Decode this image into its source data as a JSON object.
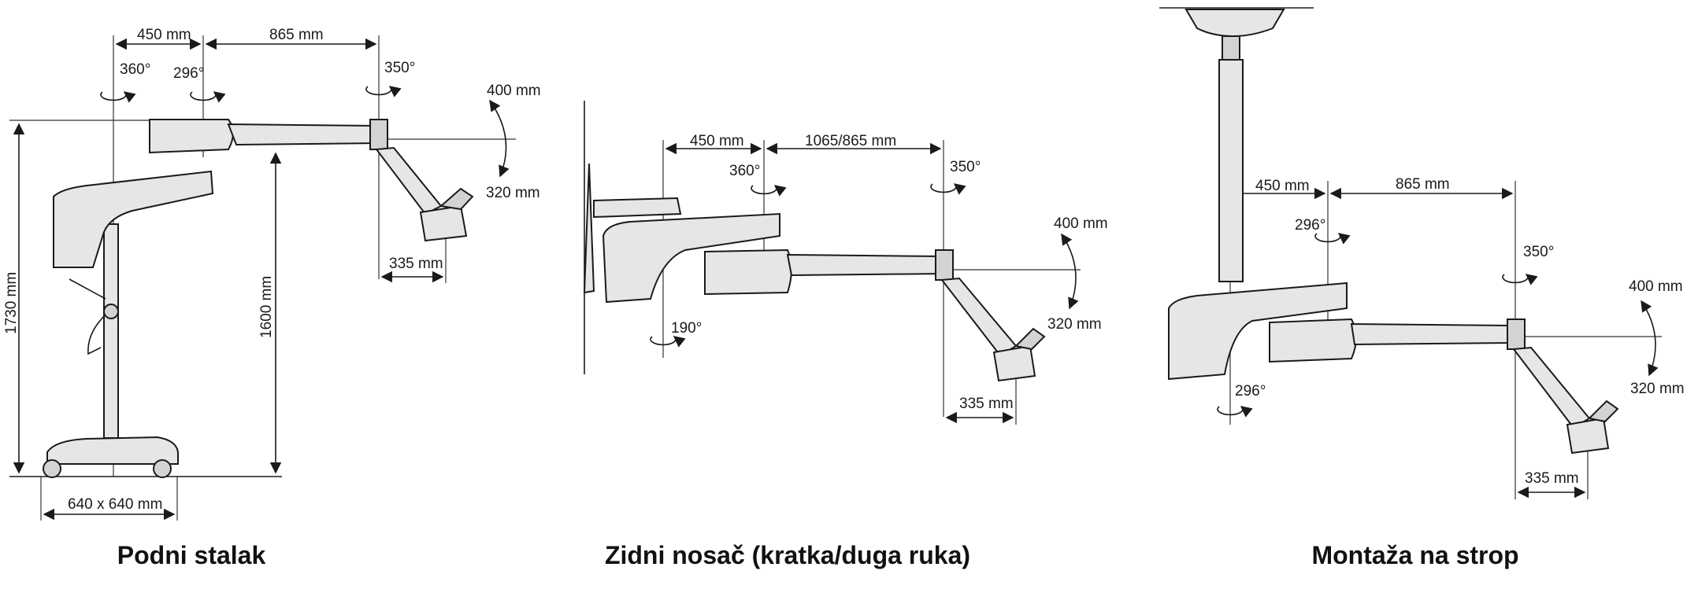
{
  "colors": {
    "line": "#1a1a1a",
    "body": "#e6e6e6",
    "body_shade": "#d3d3d3",
    "background": "#ffffff"
  },
  "floor_stand": {
    "caption": "Podni stalak",
    "dim_450": "450 mm",
    "dim_865": "865 mm",
    "angle_360": "360°",
    "angle_296": "296°",
    "angle_350": "350°",
    "dim_400": "400 mm",
    "dim_320": "320 mm",
    "dim_335": "335 mm",
    "dim_1730": "1730 mm",
    "dim_1600": "1600 mm",
    "dim_base": "640 x 640 mm"
  },
  "wall_mount": {
    "caption": "Zidni nosač (kratka/duga ruka)",
    "dim_450": "450 mm",
    "dim_arm": "1065/865 mm",
    "angle_360": "360°",
    "angle_350": "350°",
    "angle_190": "190°",
    "dim_400": "400 mm",
    "dim_320": "320 mm",
    "dim_335": "335 mm"
  },
  "ceiling_mount": {
    "caption": "Montaža na strop",
    "dim_450": "450 mm",
    "dim_865": "865 mm",
    "angle_296_top": "296°",
    "angle_296_bottom": "296°",
    "angle_350": "350°",
    "dim_400": "400 mm",
    "dim_320": "320 mm",
    "dim_335": "335 mm"
  }
}
